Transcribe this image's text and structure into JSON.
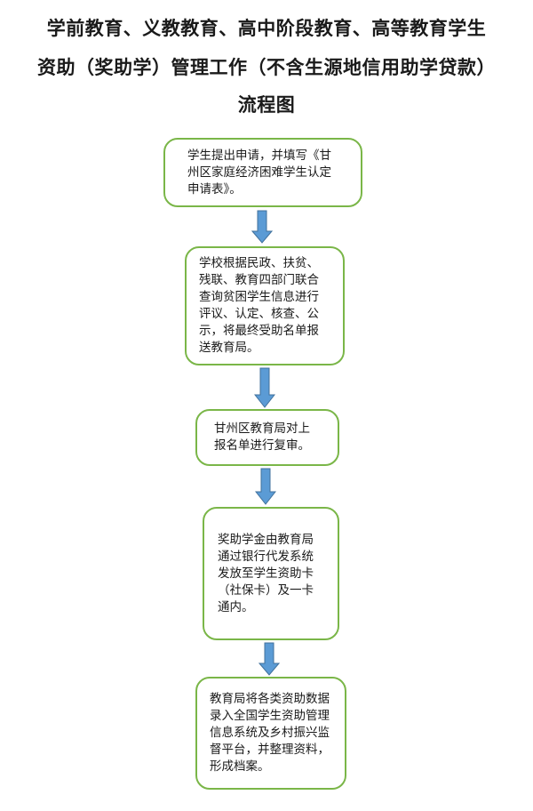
{
  "title": {
    "line1": "学前教育、义教教育、高中阶段教育、高等教育学生",
    "line2": "资助（奖助学）管理工作（不含生源地信用助学贷款）",
    "line3": "流程图"
  },
  "steps": [
    {
      "text": "学生提出申请，并填写《甘州区家庭经济困难学生认定申请表》。"
    },
    {
      "text": "学校根据民政、扶贫、残联、教育四部门联合查询贫困学生信息进行评议、认定、核查、公示，将最终受助名单报送教育局。"
    },
    {
      "text": "甘州区教育局对上报名单进行复审。"
    },
    {
      "text": "奖助学金由教育局通过银行代发系统发放至学生资助卡（社保卡）及一卡通内。"
    },
    {
      "text": "教育局将各类资助数据录入全国学生资助管理信息系统及乡村振兴监督平台，并整理资料，形成档案。"
    }
  ],
  "colors": {
    "box_border": "#7ab648",
    "arrow_fill": "#5b9bd5",
    "arrow_stroke": "#41719c"
  }
}
